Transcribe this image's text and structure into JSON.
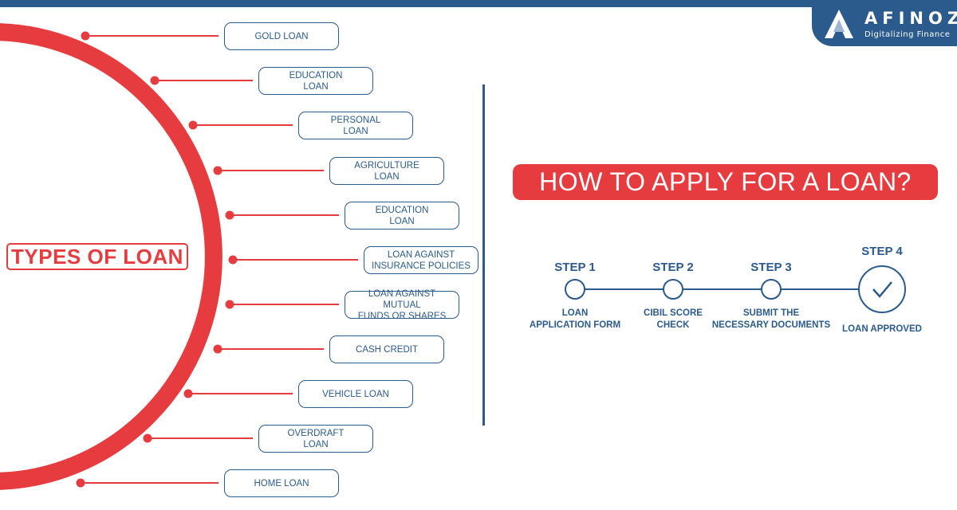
{
  "brand": {
    "name": "AFINOZ",
    "tagline": "Digitalizing Finance",
    "logo_icon": "afinoz-logo-icon"
  },
  "colors": {
    "navy": "#2b5a8c",
    "red": "#e63c3f",
    "white": "#ffffff"
  },
  "types_of_loan": {
    "title": "TYPES OF LOAN",
    "items": [
      {
        "label": "GOLD LOAN"
      },
      {
        "label": "EDUCATION\nLOAN"
      },
      {
        "label": "PERSONAL\nLOAN"
      },
      {
        "label": "AGRICULTURE\nLOAN"
      },
      {
        "label": "EDUCATION\nLOAN"
      },
      {
        "label": "LOAN AGAINST\nINSURANCE POLICIES"
      },
      {
        "label": "LOAN AGAINST MUTUAL\nFUNDS OR SHARES"
      },
      {
        "label": "CASH CREDIT"
      },
      {
        "label": "VEHICLE LOAN"
      },
      {
        "label": "OVERDRAFT\nLOAN"
      },
      {
        "label": "HOME LOAN"
      }
    ]
  },
  "how_to_apply": {
    "title": "HOW TO APPLY FOR A LOAN?",
    "steps": [
      {
        "title": "STEP 1",
        "desc": "LOAN\nAPPLICATION FORM"
      },
      {
        "title": "STEP 2",
        "desc": "CIBIL SCORE\nCHECK"
      },
      {
        "title": "STEP 3",
        "desc": "SUBMIT THE\nNECESSARY DOCUMENTS"
      },
      {
        "title": "STEP 4",
        "desc": "LOAN APPROVED",
        "icon": "checkmark-icon"
      }
    ]
  }
}
